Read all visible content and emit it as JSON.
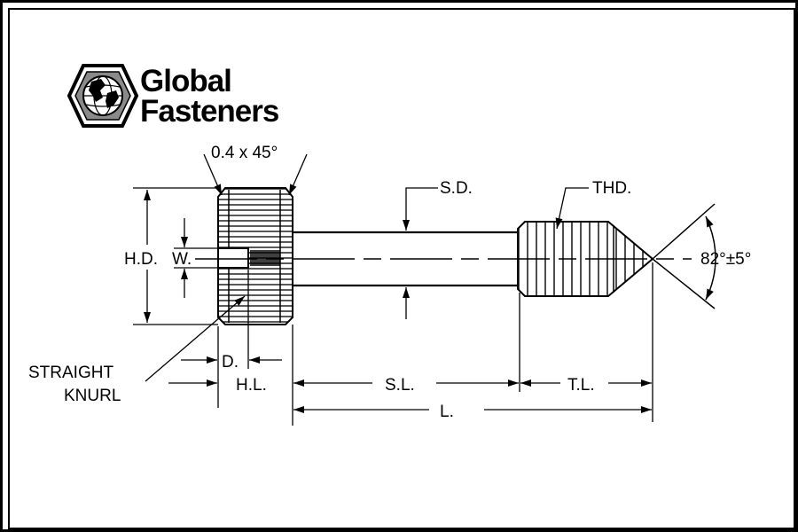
{
  "logo": {
    "line1": "Global",
    "line2": "Fasteners",
    "mark": "globe-hexagon-icon"
  },
  "labels": {
    "chamfer": "0.4 x 45°",
    "sd": "S.D.",
    "thd": "THD.",
    "hd": "H.D.",
    "w": "W.",
    "angle": "82°±5°",
    "knurl1": "STRAIGHT",
    "knurl2": "KNURL",
    "d": "D.",
    "hl": "H.L.",
    "sl": "S.L.",
    "tl": "T.L.",
    "l": "L."
  },
  "colors": {
    "ink": "#000000",
    "background": "#ffffff"
  }
}
